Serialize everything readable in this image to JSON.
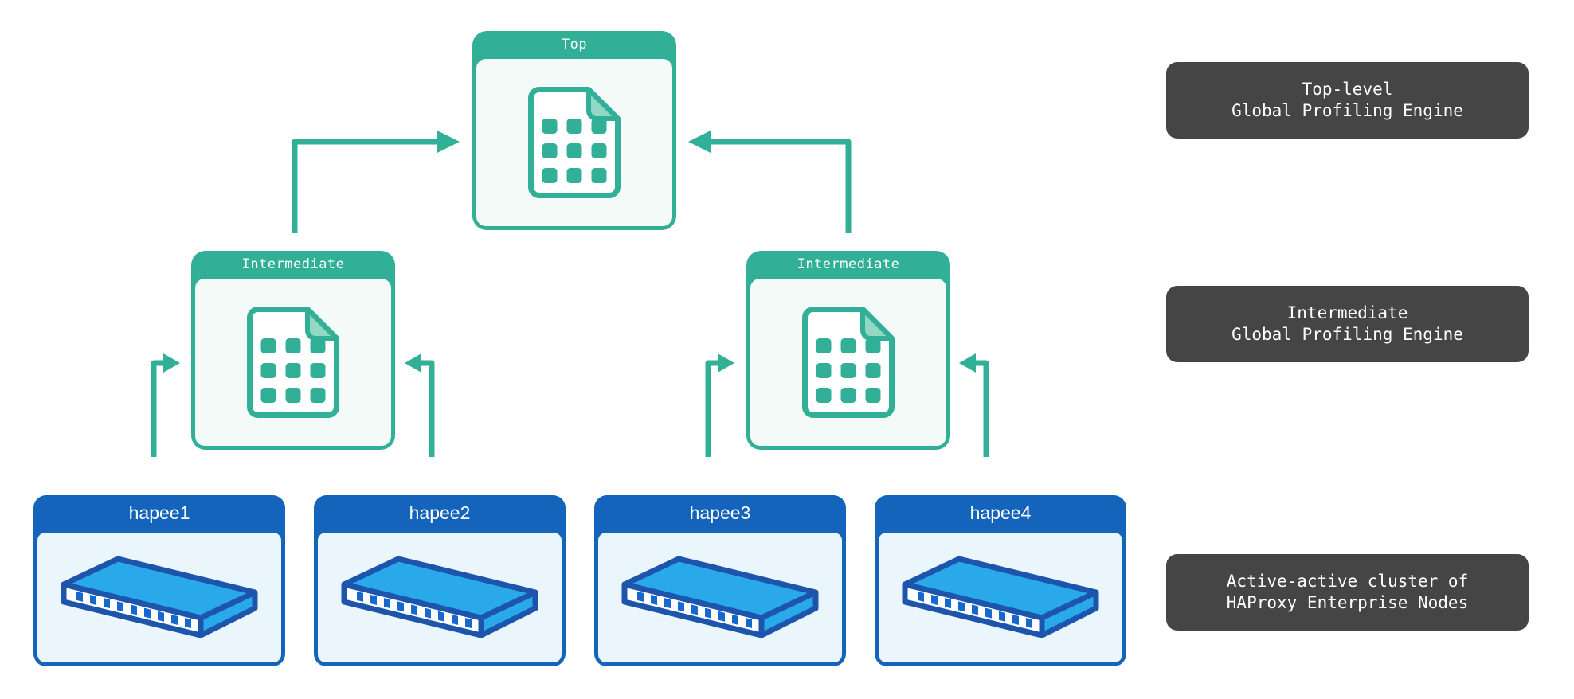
{
  "canvas": {
    "background": "#ffffff"
  },
  "palette": {
    "teal": "#31af97",
    "teal_body_bg": "#f3faf7",
    "teal_fold": "#93d8c4",
    "blue": "#1464bc",
    "blue_body_bg": "#ebf5fc",
    "switch_fill": "#29a9e9",
    "switch_outline": "#1d55ad",
    "switch_port": "#1668cf",
    "annotation_bg": "#454545",
    "text_light": "#ffffff"
  },
  "engine_nodes": [
    {
      "id": "top",
      "label": "Top",
      "icon": "profile-document-icon"
    },
    {
      "id": "intermediate-left",
      "label": "Intermediate",
      "icon": "profile-document-icon"
    },
    {
      "id": "intermediate-right",
      "label": "Intermediate",
      "icon": "profile-document-icon"
    }
  ],
  "hapee_nodes": [
    {
      "label": "hapee1",
      "icon": "switch-icon"
    },
    {
      "label": "hapee2",
      "icon": "switch-icon"
    },
    {
      "label": "hapee3",
      "icon": "switch-icon"
    },
    {
      "label": "hapee4",
      "icon": "switch-icon"
    }
  ],
  "annotations": [
    {
      "id": "top-level",
      "lines": [
        "Top-level",
        "Global Profiling Engine"
      ]
    },
    {
      "id": "intermediate",
      "lines": [
        "Intermediate",
        "Global Profiling Engine"
      ]
    },
    {
      "id": "cluster",
      "lines": [
        "Active-active cluster of",
        "HAProxy Enterprise Nodes"
      ]
    }
  ]
}
